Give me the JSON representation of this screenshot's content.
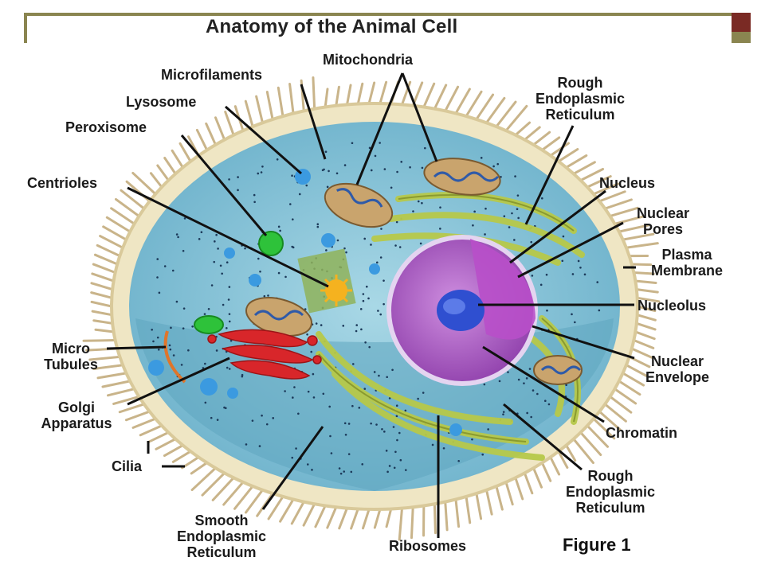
{
  "title": "Anatomy of the Animal Cell",
  "figure_label": "Figure 1",
  "labels": {
    "mitochondria": "Mitochondria",
    "microfilaments": "Microfilaments",
    "lysosome": "Lysosome",
    "peroxisome": "Peroxisome",
    "centrioles": "Centrioles",
    "rough_er_top": [
      "Rough",
      "Endoplasmic",
      "Reticulum"
    ],
    "nucleus": "Nucleus",
    "nuclear_pores": [
      "Nuclear",
      "Pores"
    ],
    "plasma_membrane": [
      "Plasma",
      "Membrane"
    ],
    "nucleolus": "Nucleolus",
    "nuclear_envelope": [
      "Nuclear",
      "Envelope"
    ],
    "chromatin": "Chromatin",
    "rough_er_bottom": [
      "Rough",
      "Endoplasmic",
      "Reticulum"
    ],
    "ribosomes": "Ribosomes",
    "smooth_er": [
      "Smooth",
      "Endoplasmic",
      "Reticulum"
    ],
    "cilia": "Cilia",
    "golgi": [
      "Golgi",
      "Apparatus"
    ],
    "micro_tubules": [
      "Micro",
      "Tubules"
    ]
  },
  "colors": {
    "cytoplasm": "#8fc9dc",
    "membrane": "#efe6c4",
    "nucleus": "#b266c8",
    "nucleolus": "#2f4fd0",
    "golgi": "#d8262a",
    "er": "#b7c94a",
    "mitochondria": "#c9a46d",
    "cilia": "#c9b48a"
  }
}
